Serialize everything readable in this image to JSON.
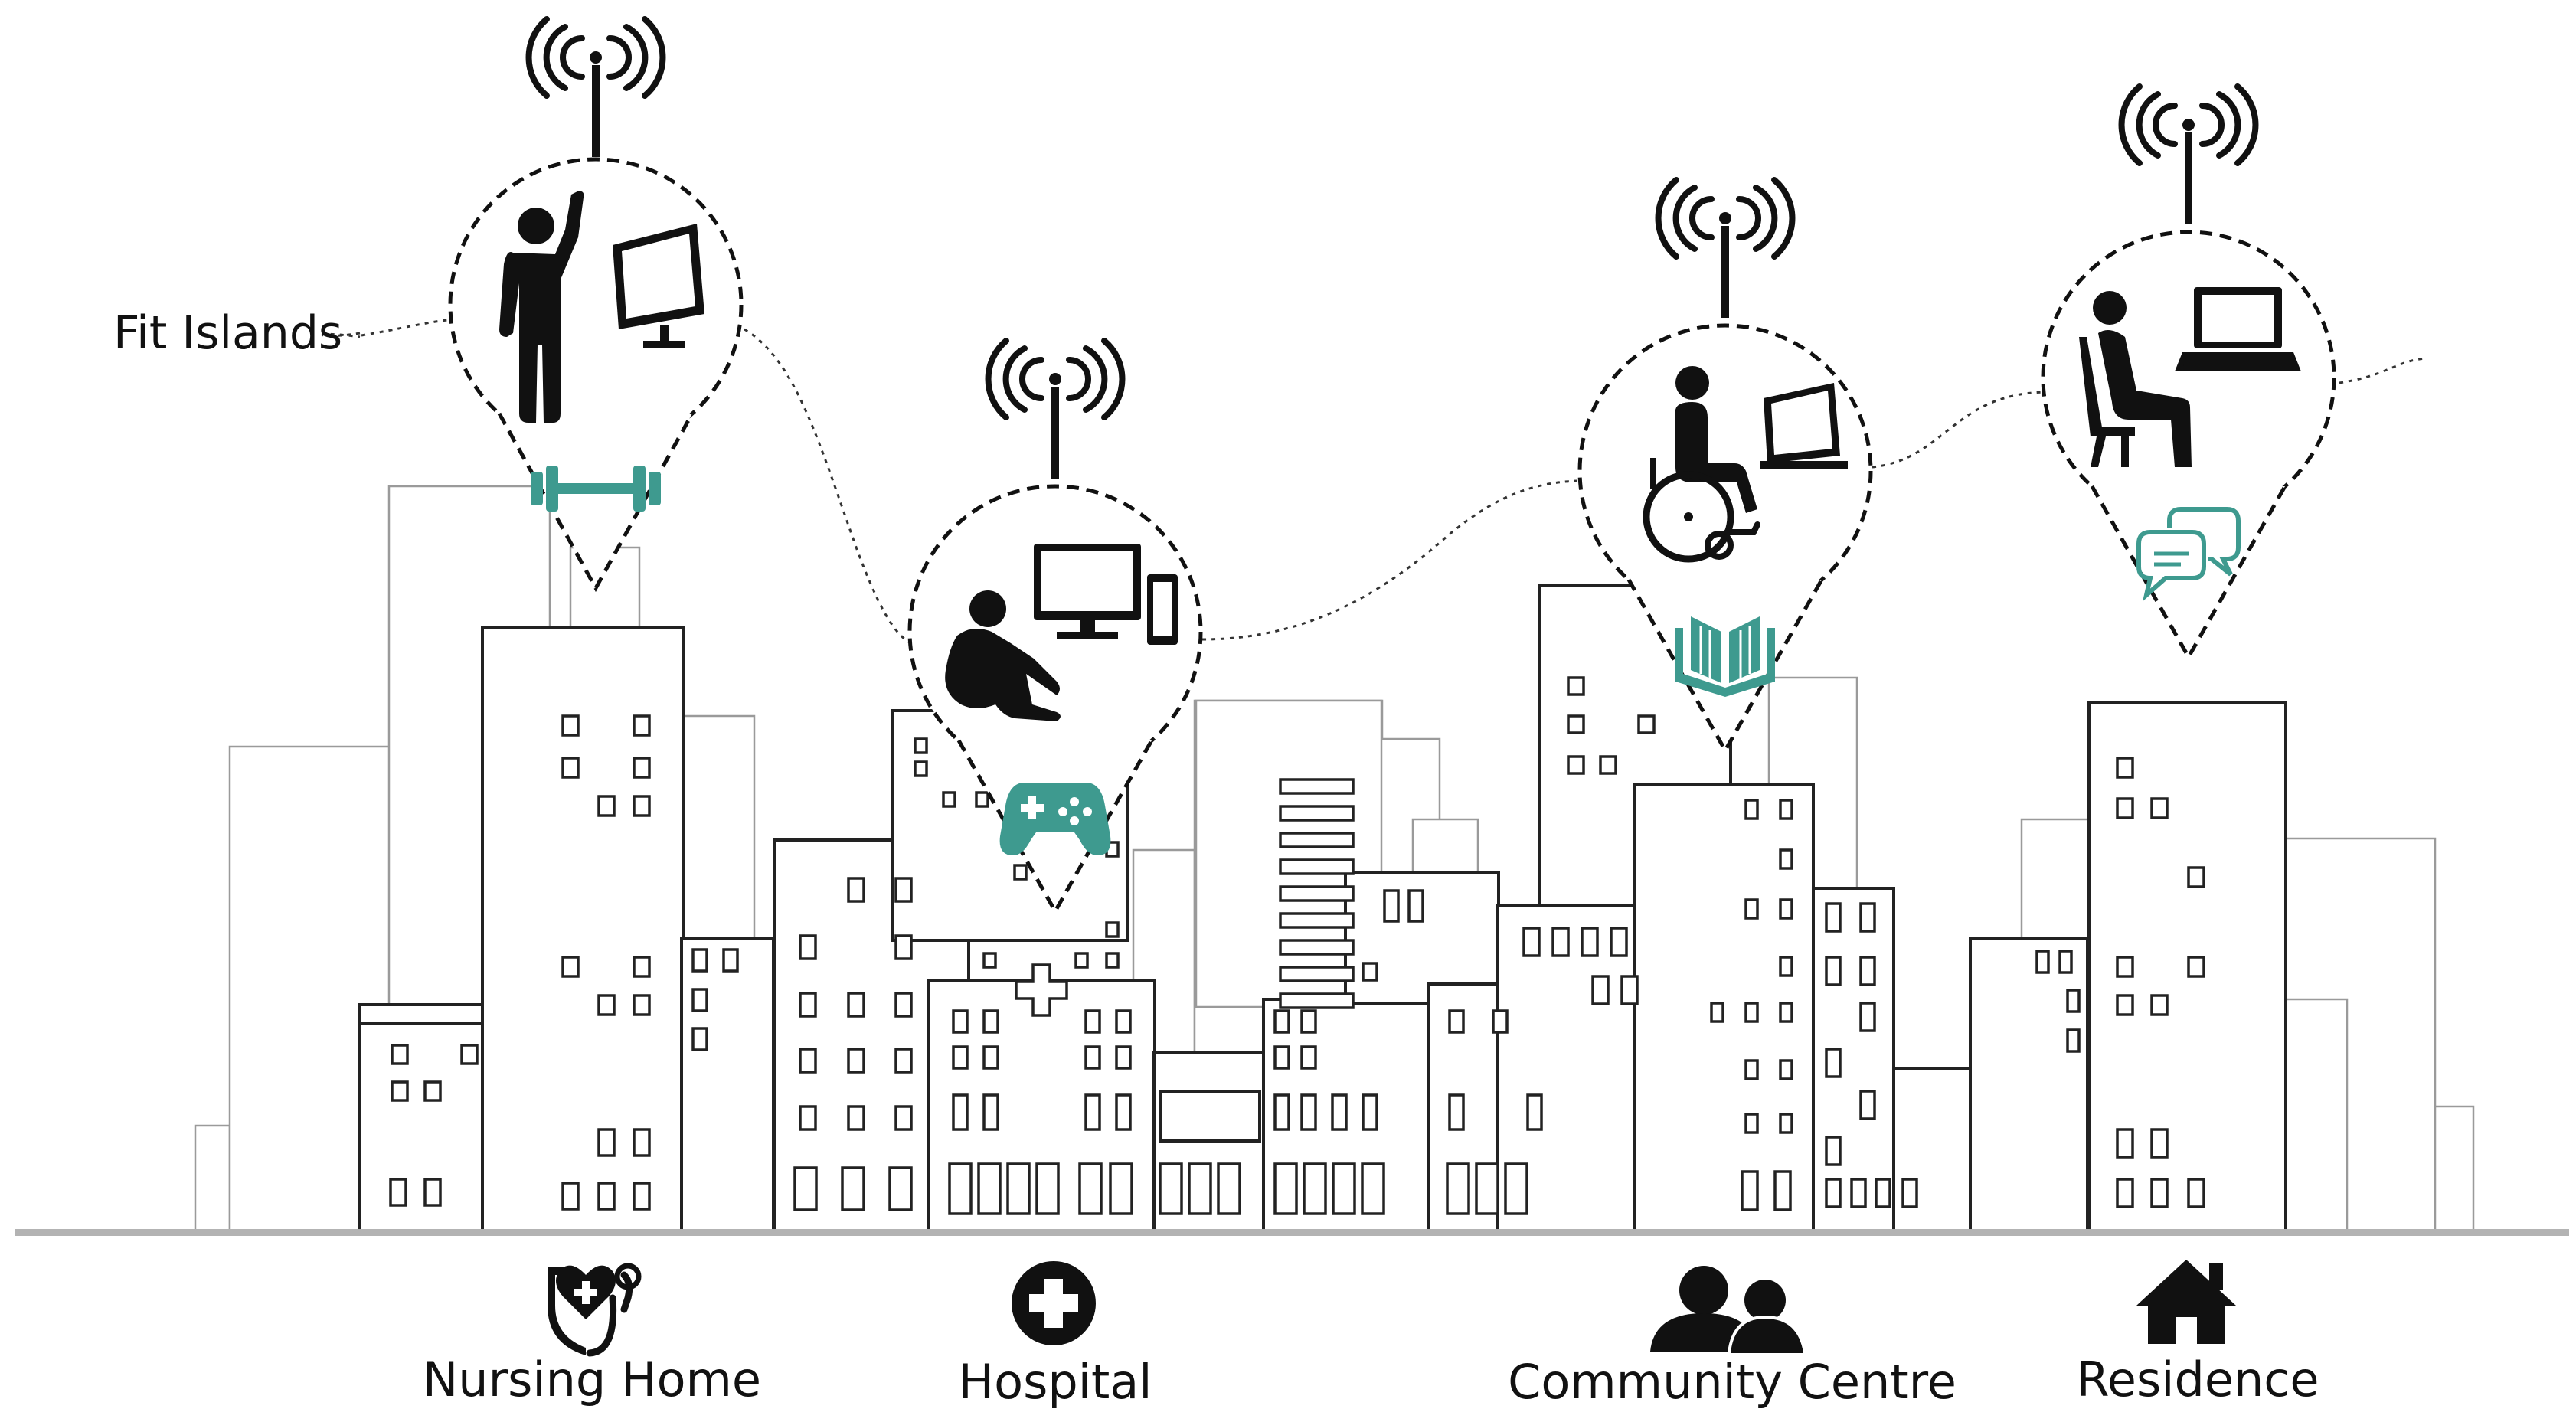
{
  "diagram": {
    "callout": {
      "label": "Fit Islands"
    },
    "locations": [
      {
        "id": "nursing-home",
        "label": "Nursing Home",
        "icon": "stethoscope-heart-icon",
        "activity_icon": "dumbbell-icon",
        "scene": "standing-person-with-monitor"
      },
      {
        "id": "hospital",
        "label": "Hospital",
        "icon": "medical-cross-icon",
        "activity_icon": "gamepad-icon",
        "scene": "seated-person-with-desktop-computer"
      },
      {
        "id": "community-centre",
        "label": "Community Centre",
        "icon": "people-icon",
        "activity_icon": "book-icon",
        "scene": "wheelchair-user-with-monitor"
      },
      {
        "id": "residence",
        "label": "Residence",
        "icon": "house-icon",
        "activity_icon": "chat-bubbles-icon",
        "scene": "seated-person-with-laptop"
      }
    ],
    "colors": {
      "accent_teal": "#3e9a8f",
      "ink": "#111111",
      "building_outline": "#222222",
      "background_building": "#9a9a9a",
      "ground": "#b3b3b3"
    }
  }
}
